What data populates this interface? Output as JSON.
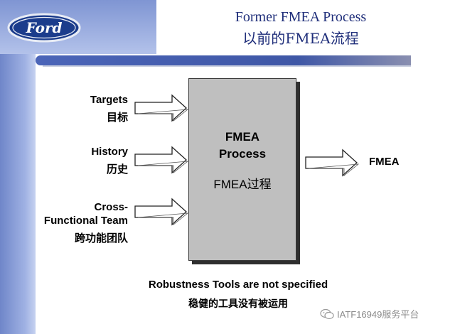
{
  "header": {
    "logo_text": "Ford",
    "title_en": "Former FMEA Process",
    "title_cn": "以前的FMEA流程"
  },
  "inputs": [
    {
      "label_en": "Targets",
      "label_cn": "目标"
    },
    {
      "label_en": "History",
      "label_cn": "历史"
    },
    {
      "label_en_line1": "Cross-",
      "label_en_line2": "Functional Team",
      "label_cn": "跨功能团队"
    }
  ],
  "process": {
    "line1": "FMEA",
    "line2": "Process",
    "line3": "FMEA过程"
  },
  "output": {
    "label": "FMEA"
  },
  "footer": {
    "note_en": "Robustness Tools are not specified",
    "note_cn": "稳健的工具没有被运用"
  },
  "watermark": {
    "text": "IATF16949服务平台"
  },
  "colors": {
    "title": "#1f2e7a",
    "band": "#7f95d3",
    "box": "#bfbfbf"
  }
}
